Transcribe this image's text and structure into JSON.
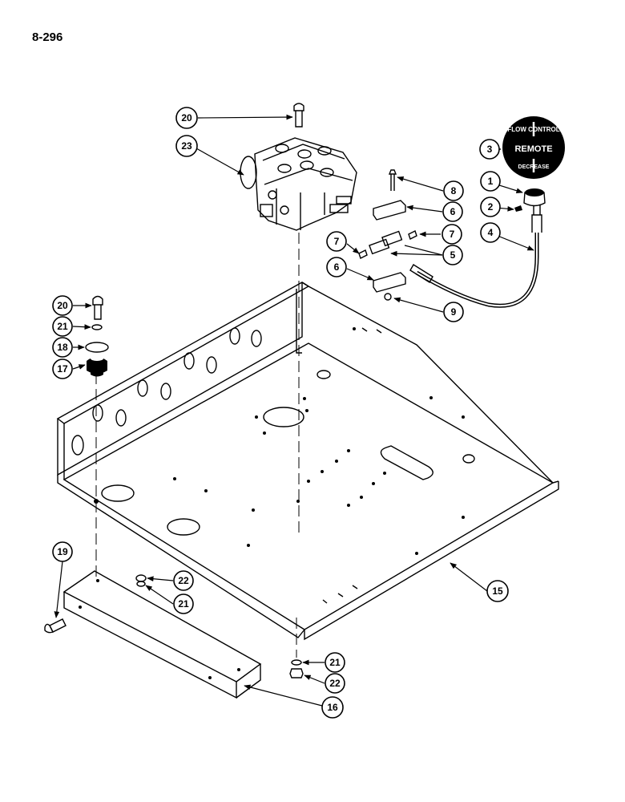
{
  "page": {
    "number": "8-296"
  },
  "knob_dial": {
    "top_text": "FLOW CONTROL",
    "center_text": "REMOTE",
    "bottom_text": "DECREASE"
  },
  "callouts": {
    "c1": "1",
    "c2": "2",
    "c3": "3",
    "c4": "4",
    "c5": "5",
    "c6a": "6",
    "c6b": "6",
    "c7a": "7",
    "c7b": "7",
    "c8": "8",
    "c9": "9",
    "c15": "15",
    "c16": "16",
    "c17": "17",
    "c18": "18",
    "c19": "19",
    "c20a": "20",
    "c20b": "20",
    "c21a": "21",
    "c21b": "21",
    "c21c": "21",
    "c22a": "22",
    "c22b": "22",
    "c23": "23"
  }
}
